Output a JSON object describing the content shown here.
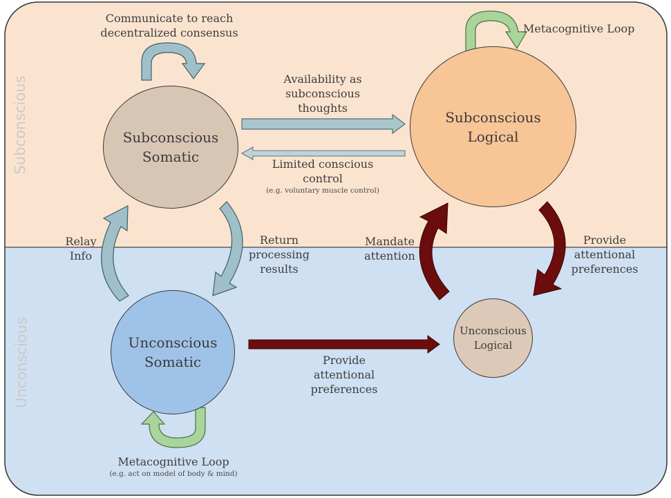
{
  "zones": {
    "subconscious": "Subconscious",
    "unconscious": "Unconscious"
  },
  "nodes": {
    "subconscious_somatic": {
      "line1": "Subconscious",
      "line2": "Somatic"
    },
    "subconscious_logical": {
      "line1": "Subconscious",
      "line2": "Logical"
    },
    "unconscious_somatic": {
      "line1": "Unconscious",
      "line2": "Somatic"
    },
    "unconscious_logical": {
      "line1": "Unconscious",
      "line2": "Logical"
    }
  },
  "edges": {
    "communicate": {
      "line1": "Communicate to reach",
      "line2": "decentralized consensus"
    },
    "metacognitive_top": {
      "line1": "Metacognitive Loop"
    },
    "availability": {
      "line1": "Availability as",
      "line2": "subconscious",
      "line3": "thoughts"
    },
    "limited": {
      "line1": "Limited conscious",
      "line2": "control",
      "note": "(e.g. voluntary muscle control)"
    },
    "relay": {
      "line1": "Relay",
      "line2": "Info"
    },
    "return": {
      "line1": "Return",
      "line2": "processing",
      "line3": "results"
    },
    "mandate": {
      "line1": "Mandate",
      "line2": "attention"
    },
    "provide_right": {
      "line1": "Provide",
      "line2": "attentional",
      "line3": "preferences"
    },
    "provide_bottom": {
      "line1": "Provide",
      "line2": "attentional",
      "line3": "preferences"
    },
    "metacognitive_bottom": {
      "line1": "Metacognitive Loop",
      "note": "(e.g. act on model of body & mind)"
    }
  },
  "colors": {
    "subconscious_band": "#fbe4cf",
    "unconscious_band": "#cfe0f2",
    "somatic_sub_fill": "#d8c6b5",
    "logical_sub_fill": "#f8c596",
    "somatic_un_fill": "#9fc3e8",
    "logical_un_fill": "#dcc9b7",
    "teal_arrow": "#9fc0c8",
    "green_arrow": "#a9d49a",
    "maroon_arrow": "#6b0d0d"
  }
}
